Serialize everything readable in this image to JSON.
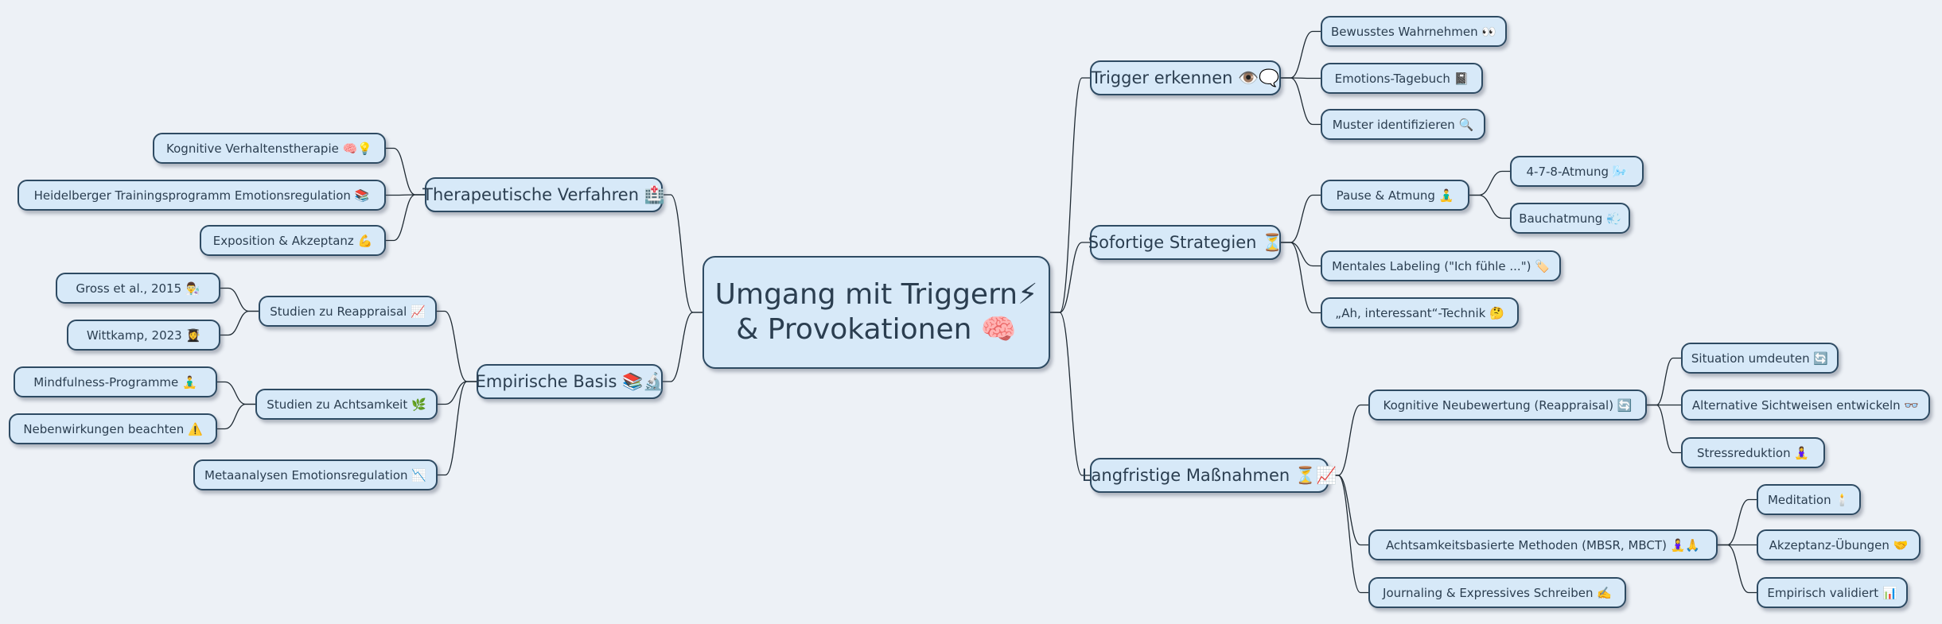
{
  "root": {
    "line1": "Umgang mit Triggern⚡",
    "line2": "& Provokationen 🧠"
  },
  "right": {
    "trigger": {
      "label": "Trigger erkennen 👁️🗨️",
      "children": [
        "Bewusstes Wahrnehmen 👀",
        "Emotions-Tagebuch 📓",
        "Muster identifizieren 🔍"
      ]
    },
    "sofort": {
      "label": "Sofortige Strategien ⏳",
      "pause": {
        "label": "Pause & Atmung 🧘‍♂️",
        "children": [
          "4-7-8-Atmung 🌬️",
          "Bauchatmung 💨"
        ]
      },
      "children": [
        "Mentales Labeling (\"Ich fühle ...\") 🏷️",
        "„Ah, interessant“-Technik 🤔"
      ]
    },
    "lang": {
      "label": "Langfristige Maßnahmen ⏳📈",
      "kognitiv": {
        "label": "Kognitive Neubewertung (Reappraisal) 🔄",
        "children": [
          "Situation umdeuten 🔄",
          "Alternative Sichtweisen entwickeln 👓",
          "Stressreduktion 🧘‍♀️"
        ]
      },
      "achtsam": {
        "label": "Achtsamkeitsbasierte Methoden (MBSR, MBCT) 🧘‍♀️🙏",
        "children": [
          "Meditation 🕯️",
          "Akzeptanz-Übungen 🤝",
          "Empirisch validiert 📊"
        ]
      },
      "journaling": "Journaling & Expressives Schreiben ✍️"
    }
  },
  "left": {
    "therapie": {
      "label": "Therapeutische Verfahren 🏥",
      "children": [
        "Kognitive Verhaltenstherapie 🧠💡",
        "Heidelberger Trainingsprogramm Emotionsregulation 📚",
        "Exposition & Akzeptanz 💪"
      ]
    },
    "empirie": {
      "label": "Empirische Basis 📚🔬",
      "reappraisal": {
        "label": "Studien zu Reappraisal 📈",
        "children": [
          "Gross et al., 2015 👨‍🔬",
          "Wittkamp, 2023 👩‍🎓"
        ]
      },
      "achtsamkeit": {
        "label": "Studien zu Achtsamkeit 🌿",
        "children": [
          "Mindfulness-Programme 🧘‍♂️",
          "Nebenwirkungen beachten ⚠️"
        ]
      },
      "meta": "Metaanalysen Emotionsregulation 📉"
    }
  }
}
